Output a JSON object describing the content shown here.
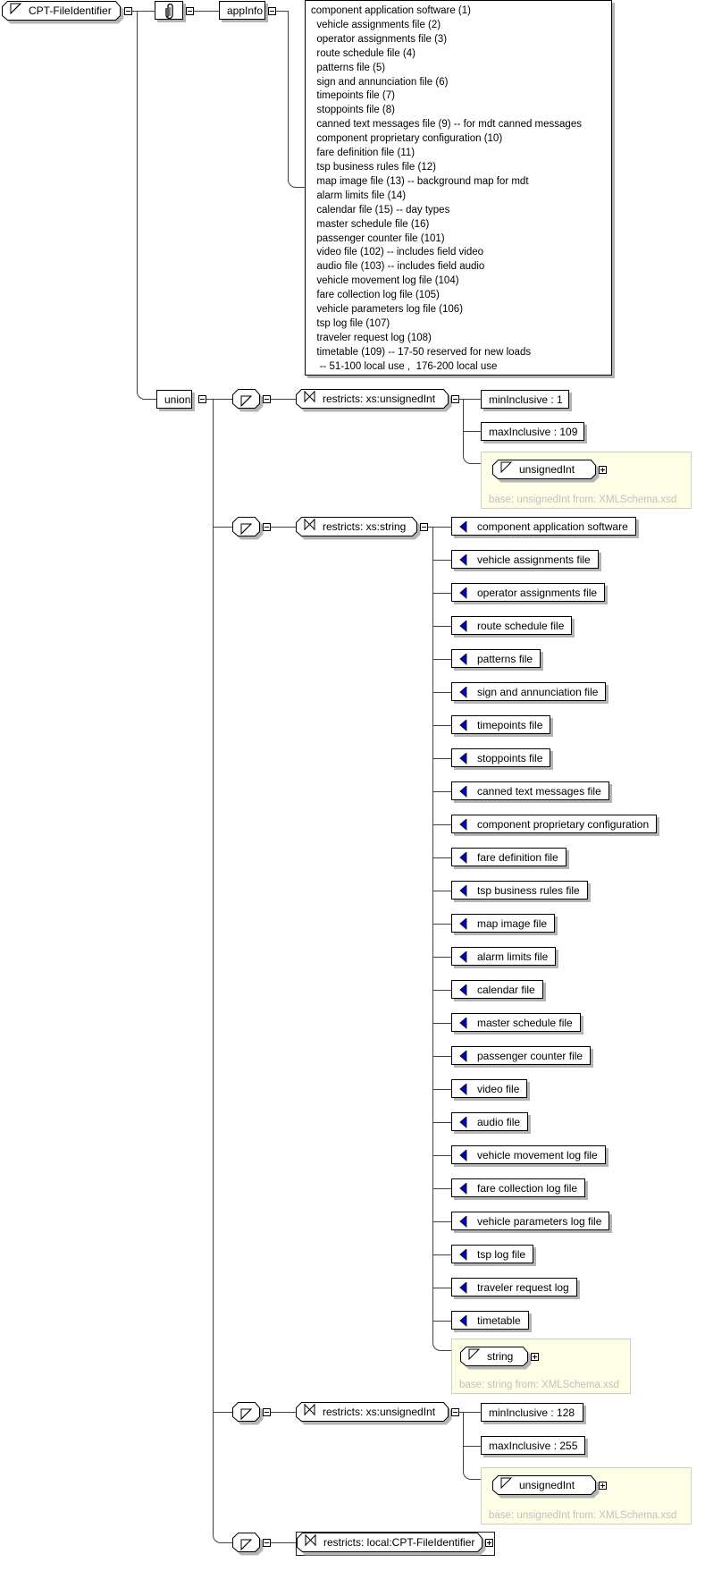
{
  "root": {
    "name": "CPT-FileIdentifier"
  },
  "annotation": {
    "label": "appInfo",
    "lines": [
      "component application software (1)",
      "  vehicle assignments file (2)",
      "  operator assignments file (3)",
      "  route schedule file (4)",
      "  patterns file (5)",
      "  sign and annunciation file (6)",
      "  timepoints file (7)",
      "  stoppoints file (8)",
      "  canned text messages file (9) -- for mdt canned messages",
      "  component proprietary configuration (10)",
      "  fare definition file (11)",
      "  tsp business rules file (12)",
      "  map image file (13) -- background map for mdt",
      "  alarm limits file (14)",
      "  calendar file (15) -- day types",
      "  master schedule file (16)",
      "  passenger counter file (101)",
      "  video file (102) -- includes field video",
      "  audio file (103) -- includes field audio",
      "  vehicle movement log file (104)",
      "  fare collection log file (105)",
      "  vehicle parameters log file (106)",
      "  tsp log file (107)",
      "  traveler request log (108)",
      "  timetable (109) -- 17-50 reserved for new loads",
      "   -- 51-100 local use ,  176-200 local use"
    ]
  },
  "union": {
    "label": "union"
  },
  "members": [
    {
      "restricts": "restricts: xs:unsignedInt",
      "facets": [
        "minInclusive : 1",
        "maxInclusive : 109"
      ],
      "base_type": "unsignedInt",
      "base_note": "base: unsignedInt from: XMLSchema.xsd"
    },
    {
      "restricts": "restricts: xs:string",
      "enumerations": [
        "component application software",
        "vehicle assignments file",
        "operator assignments file",
        "route schedule file",
        "patterns file",
        "sign and annunciation file",
        "timepoints file",
        "stoppoints file",
        "canned text messages file",
        "component proprietary configuration",
        "fare definition file",
        "tsp business rules file",
        "map image file",
        "alarm limits file",
        "calendar file",
        "master schedule file",
        "passenger counter file",
        "video file",
        "audio file",
        "vehicle movement log file",
        "fare collection log file",
        "vehicle parameters log file",
        "tsp log file",
        "traveler request log",
        "timetable"
      ],
      "base_type": "string",
      "base_note": "base: string from: XMLSchema.xsd"
    },
    {
      "restricts": "restricts: xs:unsignedInt",
      "facets": [
        "minInclusive : 128",
        "maxInclusive : 255"
      ],
      "base_type": "unsignedInt",
      "base_note": "base: unsignedInt from: XMLSchema.xsd"
    },
    {
      "restricts": "restricts: local:CPT-FileIdentifier"
    }
  ],
  "colors": {
    "enum_marker": "#0000cc",
    "selection": "#0000ff",
    "base_box": "#fefee6"
  }
}
